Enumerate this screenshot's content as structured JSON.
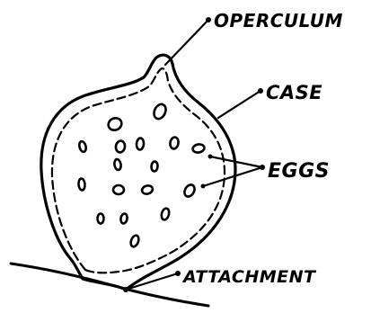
{
  "labels": {
    "operculum": "OPERCULUM",
    "case": "CASE",
    "eggs": "EGGS",
    "attachment": "ATTACHMENT"
  },
  "colors": {
    "ink": "#000000",
    "background": "#ffffff"
  }
}
